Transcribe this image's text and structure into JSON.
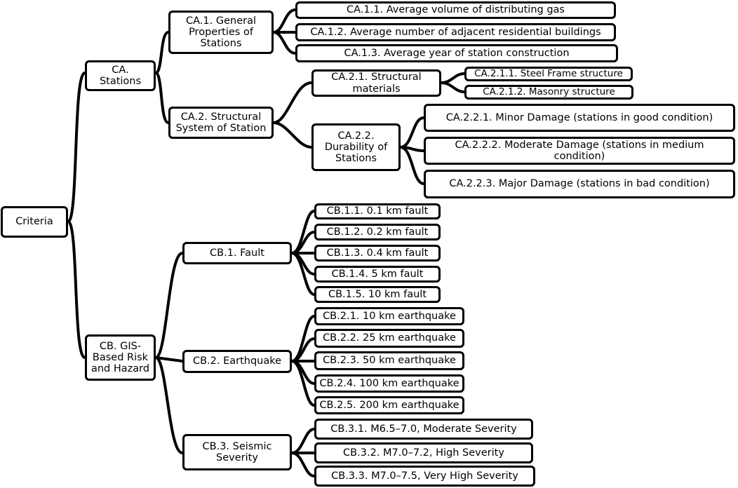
{
  "diagram": {
    "root": "Criteria",
    "ca": {
      "label": "CA.\nStations",
      "ca1": {
        "label": "CA.1. General\nProperties of\nStations",
        "items": [
          "CA.1.1. Average volume of distributing gas",
          "CA.1.2. Average number of adjacent residential buildings",
          "CA.1.3. Average year of station construction"
        ]
      },
      "ca2": {
        "label": "CA.2. Structural\nSystem of Station",
        "ca21": {
          "label": "CA.2.1. Structural\nmaterials",
          "items": [
            "CA.2.1.1. Steel Frame structure",
            "CA.2.1.2. Masonry structure"
          ]
        },
        "ca22": {
          "label": "CA.2.2.\nDurability of\nStations",
          "items": [
            "CA.2.2.1. Minor Damage (stations in good condition)",
            "CA.2.2.2. Moderate Damage (stations in medium condition)",
            "CA.2.2.3. Major Damage (stations in bad condition)"
          ]
        }
      }
    },
    "cb": {
      "label": "CB. GIS-\nBased Risk\nand Hazard",
      "cb1": {
        "label": "CB.1. Fault",
        "items": [
          "CB.1.1. 0.1 km fault",
          "CB.1.2. 0.2 km fault",
          "CB.1.3. 0.4 km fault",
          "CB.1.4. 5 km fault",
          "CB.1.5. 10 km fault"
        ]
      },
      "cb2": {
        "label": "CB.2. Earthquake",
        "items": [
          "CB.2.1. 10 km earthquake",
          "CB.2.2. 25 km earthquake",
          "CB.2.3. 50 km earthquake",
          "CB.2.4. 100 km earthquake",
          "CB.2.5. 200 km earthquake"
        ]
      },
      "cb3": {
        "label": "CB.3. Seismic\nSeverity",
        "items": [
          "CB.3.1. M6.5–7.0, Moderate Severity",
          "CB.3.2. M7.0–7.2, High Severity",
          "CB.3.3. M7.0–7.5, Very High Severity"
        ]
      }
    }
  }
}
